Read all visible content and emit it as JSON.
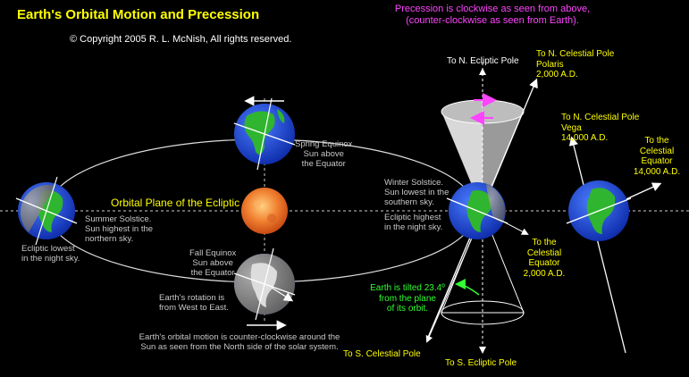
{
  "title": "Earth's Orbital Motion and Precession",
  "copyright": "© Copyright 2005 R. L. McNish, All rights reserved.",
  "precession_note": "Precession is clockwise as seen from above,\n(counter-clockwise as seen from Earth).",
  "orbital_plane_label": "Orbital Plane of the Ecliptic",
  "spring_equinox": "Spring Equinox\nSun above\nthe Equator",
  "summer_solstice": "Summer Solstice.\nSun highest in the\nnorthern sky.",
  "ecliptic_lowest": "Ecliptic lowest\nin the night sky.",
  "fall_equinox": "Fall Equinox\nSun above\nthe Equator",
  "earth_rotation": "Earth's rotation is\nfrom West to East.",
  "orbital_motion": "Earth's orbital motion is counter-clockwise around the\nSun as seen from the North side of the solar system.",
  "winter_solstice": "Winter Solstice.\nSun lowest in the\nsouthern sky.",
  "ecliptic_highest": "Ecliptic highest\nin the night sky.",
  "n_ecliptic_pole": "To N. Ecliptic Pole",
  "n_celestial_pole_polaris": "To N. Celestial Pole\nPolaris\n2,000 A.D.",
  "n_celestial_pole_vega": "To N. Celestial Pole\nVega\n14,000 A.D.",
  "celestial_equator_14000": "To the\nCelestial\nEquator\n14,000 A.D.",
  "celestial_equator_2000": "To the\nCelestial\nEquator\n2,000 A.D.",
  "earth_tilt": "Earth is tilted 23.4º\nfrom the plane\nof its orbit.",
  "s_celestial_pole": "To S. Celestial Pole",
  "s_ecliptic_pole": "To S. Ecliptic Pole",
  "colors": {
    "background": "#000000",
    "title": "#ffff00",
    "note": "#ff44ff",
    "tilt": "#33ff33",
    "ocean": "#1a3fd0",
    "land": "#2fb52f",
    "sun": "#f07a30"
  },
  "icons": [
    "earth-globe-icon",
    "sun-icon",
    "precession-cone-icon",
    "direction-arrow-icon"
  ]
}
